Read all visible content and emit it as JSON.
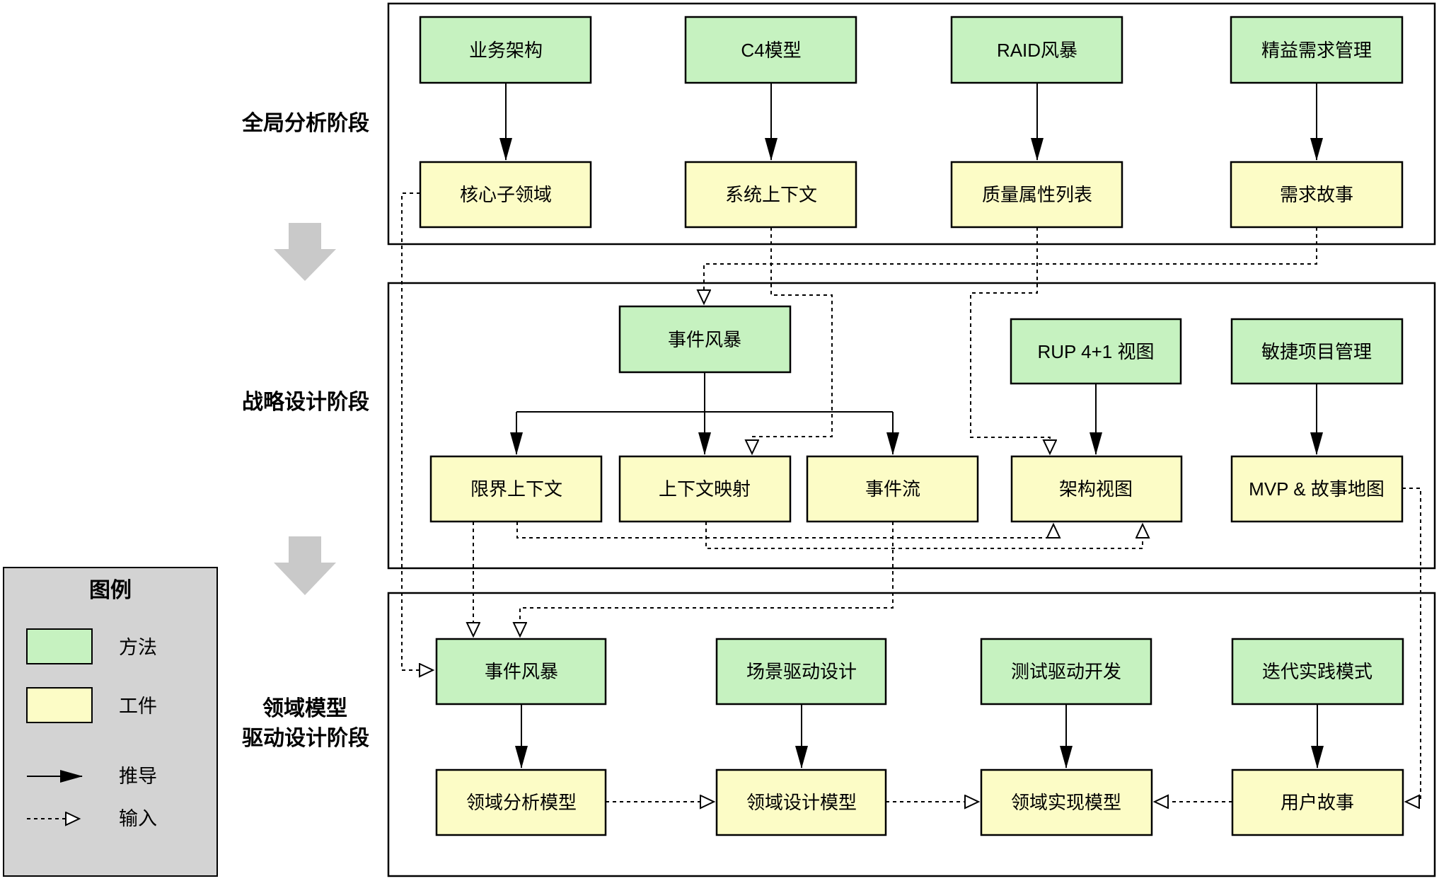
{
  "phases": [
    {
      "label": "全局分析阶段",
      "methods": [
        "业务架构",
        "C4模型",
        "RAID风暴",
        "精益需求管理"
      ],
      "artifacts": [
        "核心子领域",
        "系统上下文",
        "质量属性列表",
        "需求故事"
      ]
    },
    {
      "label": "战略设计阶段",
      "methods": [
        "事件风暴",
        "RUP 4+1 视图",
        "敏捷项目管理"
      ],
      "artifacts": [
        "限界上下文",
        "上下文映射",
        "事件流",
        "架构视图",
        "MVP & 故事地图"
      ]
    },
    {
      "label_line1": "领域模型",
      "label_line2": "驱动设计阶段",
      "methods": [
        "事件风暴",
        "场景驱动设计",
        "测试驱动开发",
        "迭代实践模式"
      ],
      "artifacts": [
        "领域分析模型",
        "领域设计模型",
        "领域实现模型",
        "用户故事"
      ]
    }
  ],
  "legend": {
    "title": "图例",
    "items": [
      {
        "kind": "method-swatch",
        "label": "方法"
      },
      {
        "kind": "artifact-swatch",
        "label": "工件"
      },
      {
        "kind": "solid-arrow",
        "label": "推导"
      },
      {
        "kind": "dashed-arrow",
        "label": "输入"
      }
    ]
  },
  "colors": {
    "method_fill": "#c6f2c0",
    "artifact_fill": "#fcfcc6",
    "legend_bg": "#d3d3d3",
    "phase_arrow": "#c9c9c9",
    "line": "#000000"
  },
  "connections": {
    "derive": [
      {
        "from": "业务架构",
        "to": "核心子领域"
      },
      {
        "from": "C4模型",
        "to": "系统上下文"
      },
      {
        "from": "RAID风暴",
        "to": "质量属性列表"
      },
      {
        "from": "精益需求管理",
        "to": "需求故事"
      },
      {
        "from": "事件风暴 (战略设计阶段)",
        "to": "限界上下文"
      },
      {
        "from": "事件风暴 (战略设计阶段)",
        "to": "上下文映射"
      },
      {
        "from": "事件风暴 (战略设计阶段)",
        "to": "事件流"
      },
      {
        "from": "RUP 4+1 视图",
        "to": "架构视图"
      },
      {
        "from": "敏捷项目管理",
        "to": "MVP & 故事地图"
      },
      {
        "from": "事件风暴 (领域模型驱动设计阶段)",
        "to": "领域分析模型"
      },
      {
        "from": "场景驱动设计",
        "to": "领域设计模型"
      },
      {
        "from": "测试驱动开发",
        "to": "领域实现模型"
      },
      {
        "from": "迭代实践模式",
        "to": "用户故事"
      }
    ],
    "input": [
      {
        "from": "核心子领域",
        "to": "事件风暴 (领域模型驱动设计阶段)"
      },
      {
        "from": "需求故事",
        "to": "事件风暴 (战略设计阶段)"
      },
      {
        "from": "系统上下文",
        "to": "上下文映射"
      },
      {
        "from": "质量属性列表",
        "to": "架构视图"
      },
      {
        "from": "限界上下文",
        "to": "架构视图"
      },
      {
        "from": "上下文映射",
        "to": "架构视图"
      },
      {
        "from": "限界上下文",
        "to": "事件风暴 (领域模型驱动设计阶段)"
      },
      {
        "from": "事件流",
        "to": "事件风暴 (领域模型驱动设计阶段)"
      },
      {
        "from": "MVP & 故事地图",
        "to": "用户故事"
      },
      {
        "from": "领域分析模型",
        "to": "领域设计模型"
      },
      {
        "from": "领域设计模型",
        "to": "领域实现模型"
      },
      {
        "from": "用户故事",
        "to": "领域实现模型"
      }
    ]
  }
}
